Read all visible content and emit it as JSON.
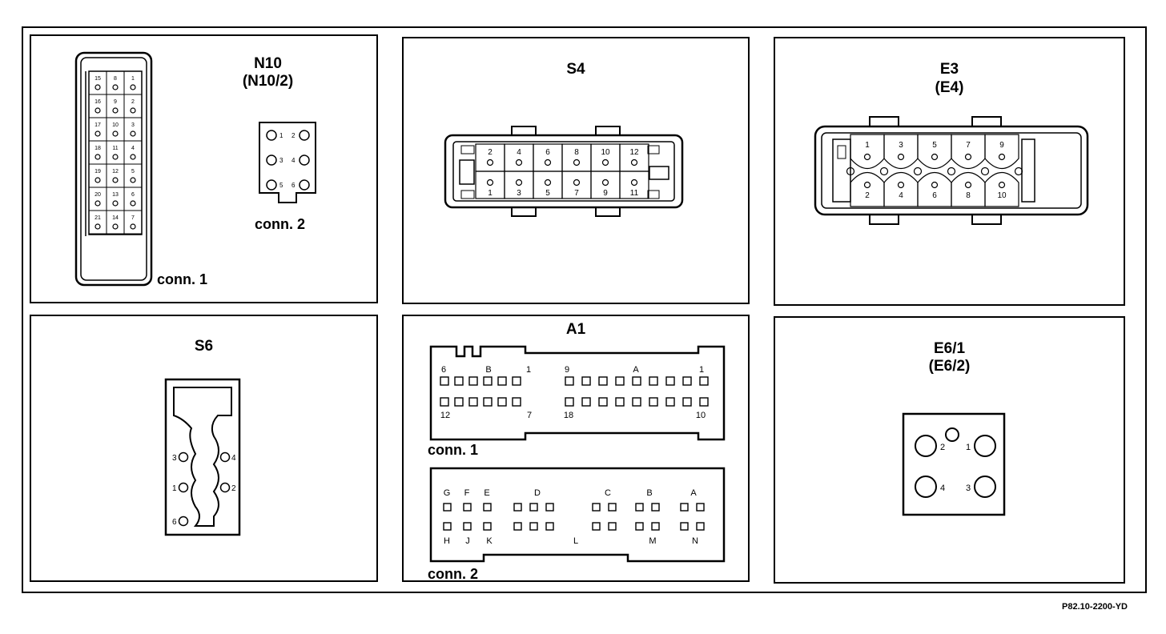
{
  "panels": {
    "n10": {
      "title": "N10",
      "subtitle": "(N10/2)",
      "conn1_label": "conn. 1",
      "conn2_label": "conn. 2",
      "conn1_pins": [
        [
          "15",
          "8",
          "1"
        ],
        [
          "16",
          "9",
          "2"
        ],
        [
          "17",
          "10",
          "3"
        ],
        [
          "18",
          "11",
          "4"
        ],
        [
          "19",
          "12",
          "5"
        ],
        [
          "20",
          "13",
          "6"
        ],
        [
          "21",
          "14",
          "7"
        ]
      ],
      "conn2_pins": [
        [
          "1",
          "2"
        ],
        [
          "3",
          "4"
        ],
        [
          "5",
          "6"
        ]
      ]
    },
    "s4": {
      "title": "S4",
      "top_pins": [
        "2",
        "4",
        "6",
        "8",
        "10",
        "12"
      ],
      "bottom_pins": [
        "1",
        "3",
        "5",
        "7",
        "9",
        "11"
      ]
    },
    "e3": {
      "title": "E3",
      "subtitle": "(E4)",
      "top_pins": [
        "1",
        "3",
        "5",
        "7",
        "9"
      ],
      "bottom_pins": [
        "2",
        "4",
        "6",
        "8",
        "10"
      ]
    },
    "s6": {
      "title": "S6",
      "pins": [
        "3",
        "4",
        "1",
        "2",
        "6"
      ]
    },
    "a1": {
      "title": "A1",
      "conn1_label": "conn. 1",
      "conn2_label": "conn. 2",
      "conn1_top_labels": [
        "6",
        "B",
        "1",
        "9",
        "A",
        "1"
      ],
      "conn1_bottom_labels": [
        "12",
        "7",
        "18",
        "10"
      ],
      "conn2_top_letters": [
        "G",
        "F",
        "E",
        "D",
        "C",
        "B",
        "A"
      ],
      "conn2_bottom_letters": [
        "H",
        "J",
        "K",
        "L",
        "M",
        "N"
      ]
    },
    "e61": {
      "title": "E6/1",
      "subtitle": "(E6/2)",
      "pins": [
        "2",
        "1",
        "4",
        "3"
      ]
    }
  },
  "reference": "P82.10-2200-YD"
}
